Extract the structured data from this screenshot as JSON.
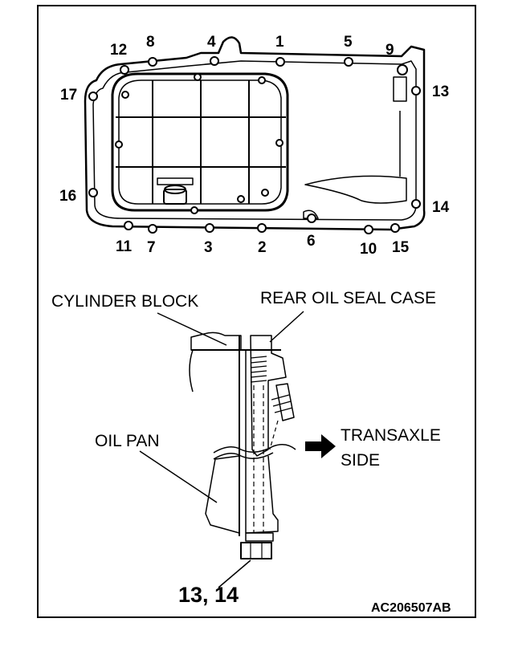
{
  "bolt_numbers": [
    "1",
    "2",
    "3",
    "4",
    "5",
    "6",
    "7",
    "8",
    "9",
    "10",
    "11",
    "12",
    "13",
    "14",
    "15",
    "16",
    "17"
  ],
  "labels": {
    "cylinder_block": "CYLINDER BLOCK",
    "rear_oil_seal_case": "REAR OIL SEAL CASE",
    "oil_pan": "OIL PAN",
    "transaxle_side_line1": "TRANSAXLE",
    "transaxle_side_line2": "SIDE",
    "bolt_callout": "13, 14"
  },
  "figure_code": "AC206507AB"
}
